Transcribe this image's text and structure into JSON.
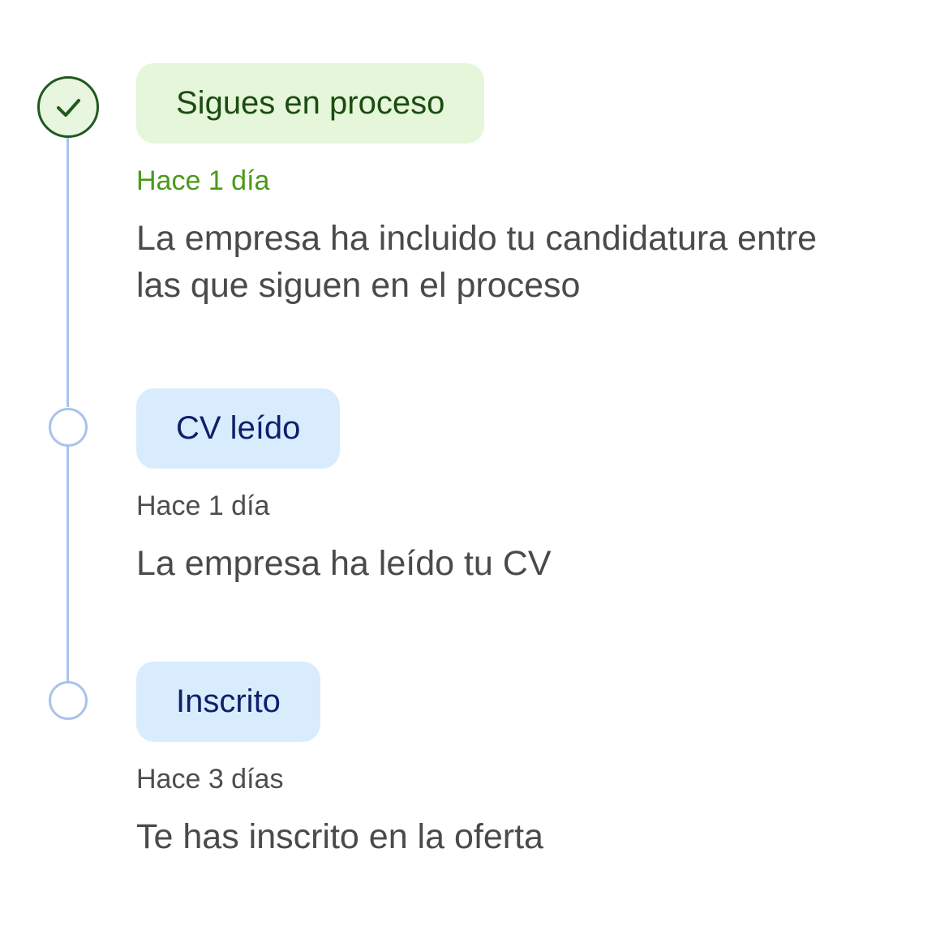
{
  "timeline": {
    "steps": [
      {
        "status": "Sigues en proceso",
        "time": "Hace 1 día",
        "description_line1": "La empresa ha incluido tu candidatura entre",
        "description_line2": "las que siguen en el proceso",
        "state": "completed",
        "icon": "checkmark-icon",
        "accent_color": "#1b4d12",
        "pill_color": "#e6f6da",
        "time_color": "#4a9a1a"
      },
      {
        "status": "CV leído",
        "time": "Hace 1 día",
        "description_line1": "La empresa ha leído tu CV",
        "state": "pending",
        "accent_color": "#0f1f6b",
        "pill_color": "#d9ecfd"
      },
      {
        "status": "Inscrito",
        "time": "Hace 3 días",
        "description_line1": "Te has inscrito en la oferta",
        "state": "pending",
        "accent_color": "#0f1f6b",
        "pill_color": "#d9ecfd"
      }
    ],
    "rail_color": "#a9c3ec"
  }
}
